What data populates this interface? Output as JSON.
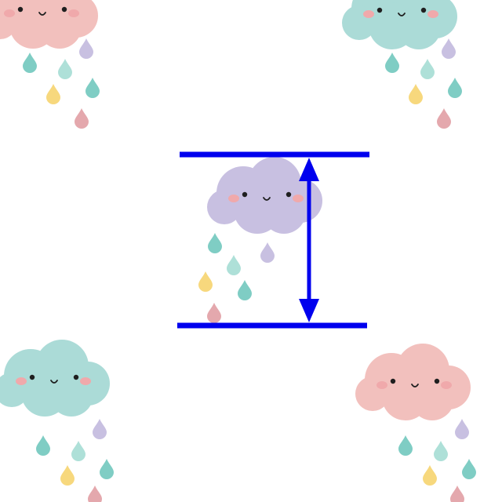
{
  "background_color": "#ffffff",
  "palette": {
    "pink": "#f2c0bd",
    "mint": "#abdbd7",
    "lavender": "#c8c0e1",
    "cheek": "#f0a9ab",
    "face": "#1f1f1f",
    "drop_teal": "#7fcdc4",
    "drop_mint": "#aee0d8",
    "drop_lavender": "#c8c0e1",
    "drop_yellow": "#f7d87d",
    "drop_rose": "#e4a8ad"
  },
  "clouds": [
    {
      "icon": "pink-cloud-icon",
      "color": "pink"
    },
    {
      "icon": "mint-cloud-icon",
      "color": "mint"
    },
    {
      "icon": "lavender-cloud-icon",
      "color": "lavender"
    },
    {
      "icon": "mint-cloud-icon",
      "color": "mint"
    },
    {
      "icon": "pink-cloud-icon",
      "color": "pink"
    }
  ],
  "measurement": {
    "icon": "height-measure-icon",
    "color": "#0000ee"
  }
}
